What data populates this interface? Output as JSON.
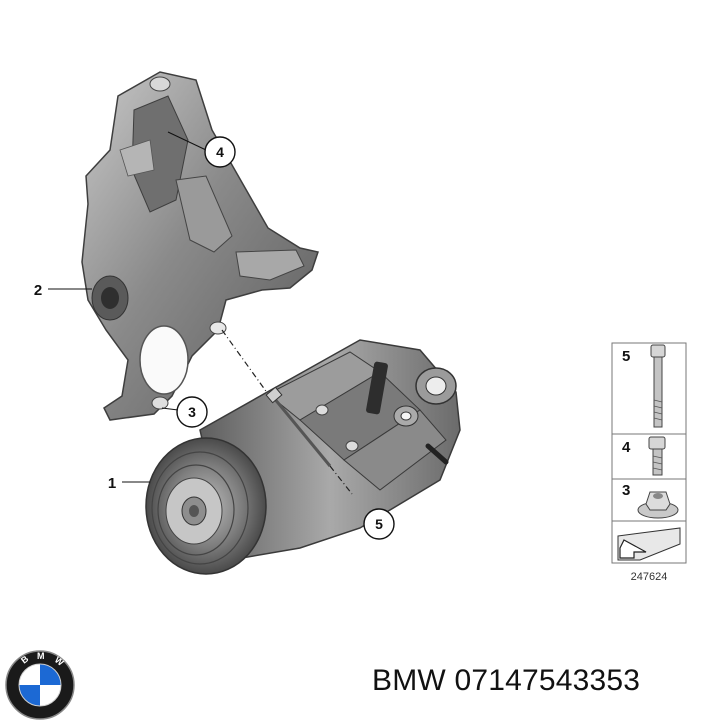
{
  "diagram": {
    "callouts": {
      "one": "1",
      "two": "2",
      "three": "3",
      "four": "4",
      "five": "5"
    },
    "legend": {
      "rows": [
        {
          "number": "5",
          "part": "long-bolt"
        },
        {
          "number": "4",
          "part": "short-bolt"
        },
        {
          "number": "3",
          "part": "flange-nut"
        }
      ],
      "reference": "247624"
    }
  },
  "caption": {
    "text": "BMW 07147543353"
  },
  "logo": {
    "letters": "BMW",
    "colors": {
      "ring": "#1a1a1a",
      "blue": "#1c69d4",
      "white": "#ffffff"
    }
  }
}
